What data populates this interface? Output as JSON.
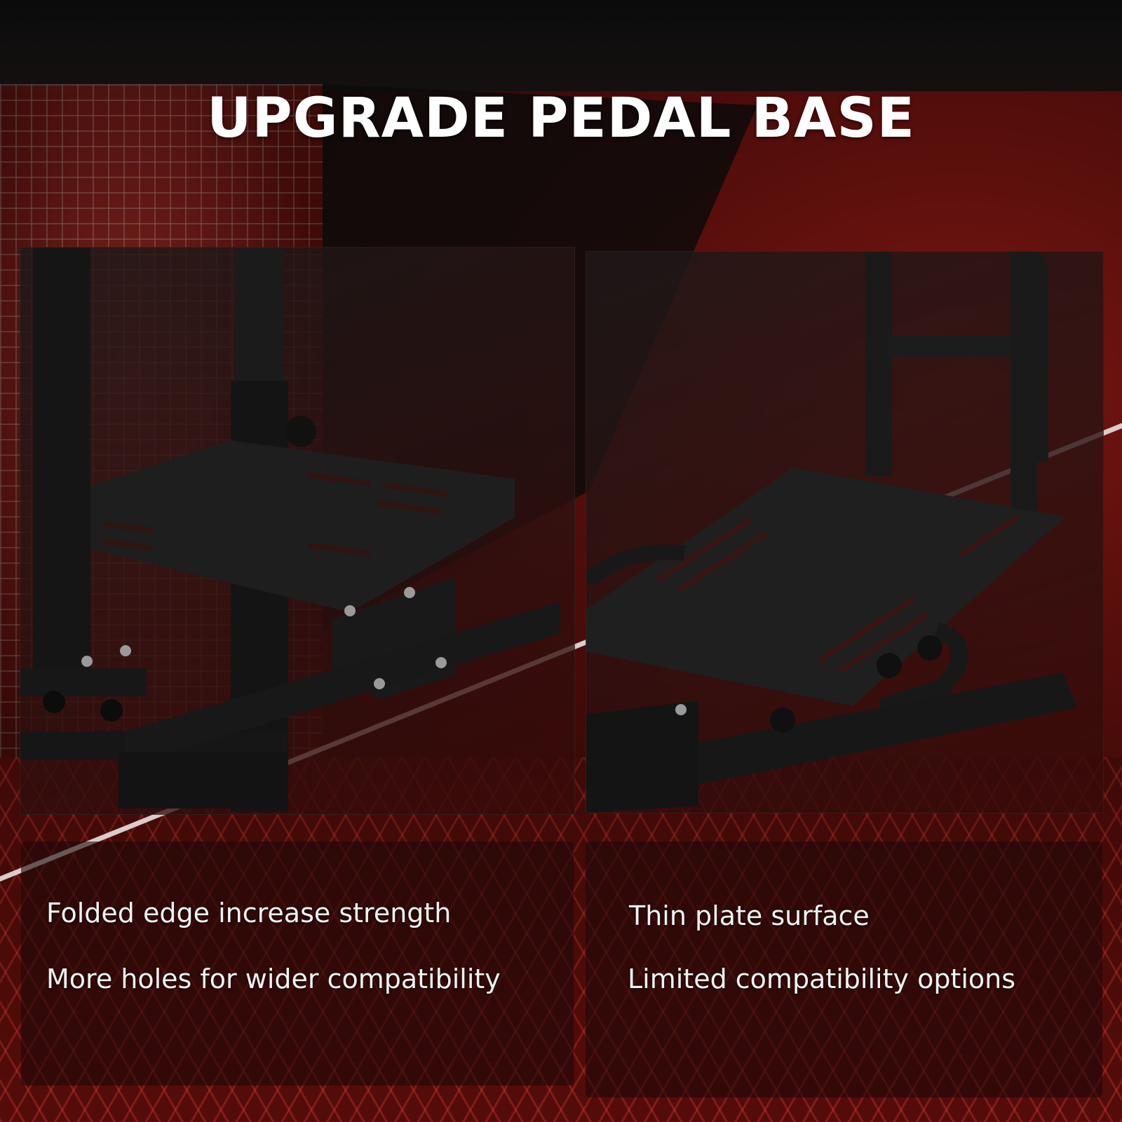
{
  "title": "UPGRADE PEDAL BASE",
  "left_panel": {
    "features": [
      "Folded edge increase strength",
      "More holes for wider compatibility"
    ]
  },
  "right_panel": {
    "features": [
      "Thin plate surface",
      "Limited compatibility options"
    ]
  },
  "colors": {
    "accent_red": "#7a1612",
    "text": "#ffffff",
    "metal": "#1a1a1a"
  }
}
